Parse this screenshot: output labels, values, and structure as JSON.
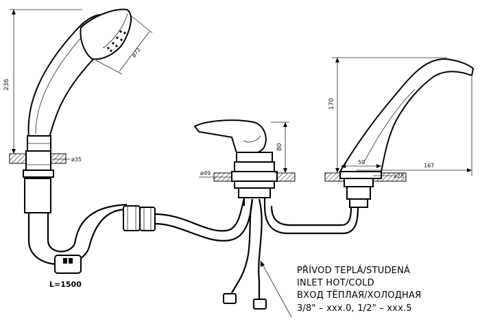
{
  "dimensions": {
    "shower_height": "236",
    "shower_head_dia": "ø72",
    "shower_base_dia": "ø35",
    "hose_length": "L=1500",
    "mixer_height": "80",
    "mixer_base_dia": "ø49",
    "spout_height": "170",
    "spout_base_width": "50",
    "spout_base_dia": "ø28",
    "spout_reach": "167"
  },
  "note": {
    "line1": "PŘÍVOD TEPLÁ/STUDENÁ",
    "line2": "INLET HOT/COLD",
    "line3": "ВХОД ТЁПЛАЯ/ХОЛОДНАЯ",
    "line4": "3/8\" – xxx.0, 1/2\" – xxx.5"
  }
}
